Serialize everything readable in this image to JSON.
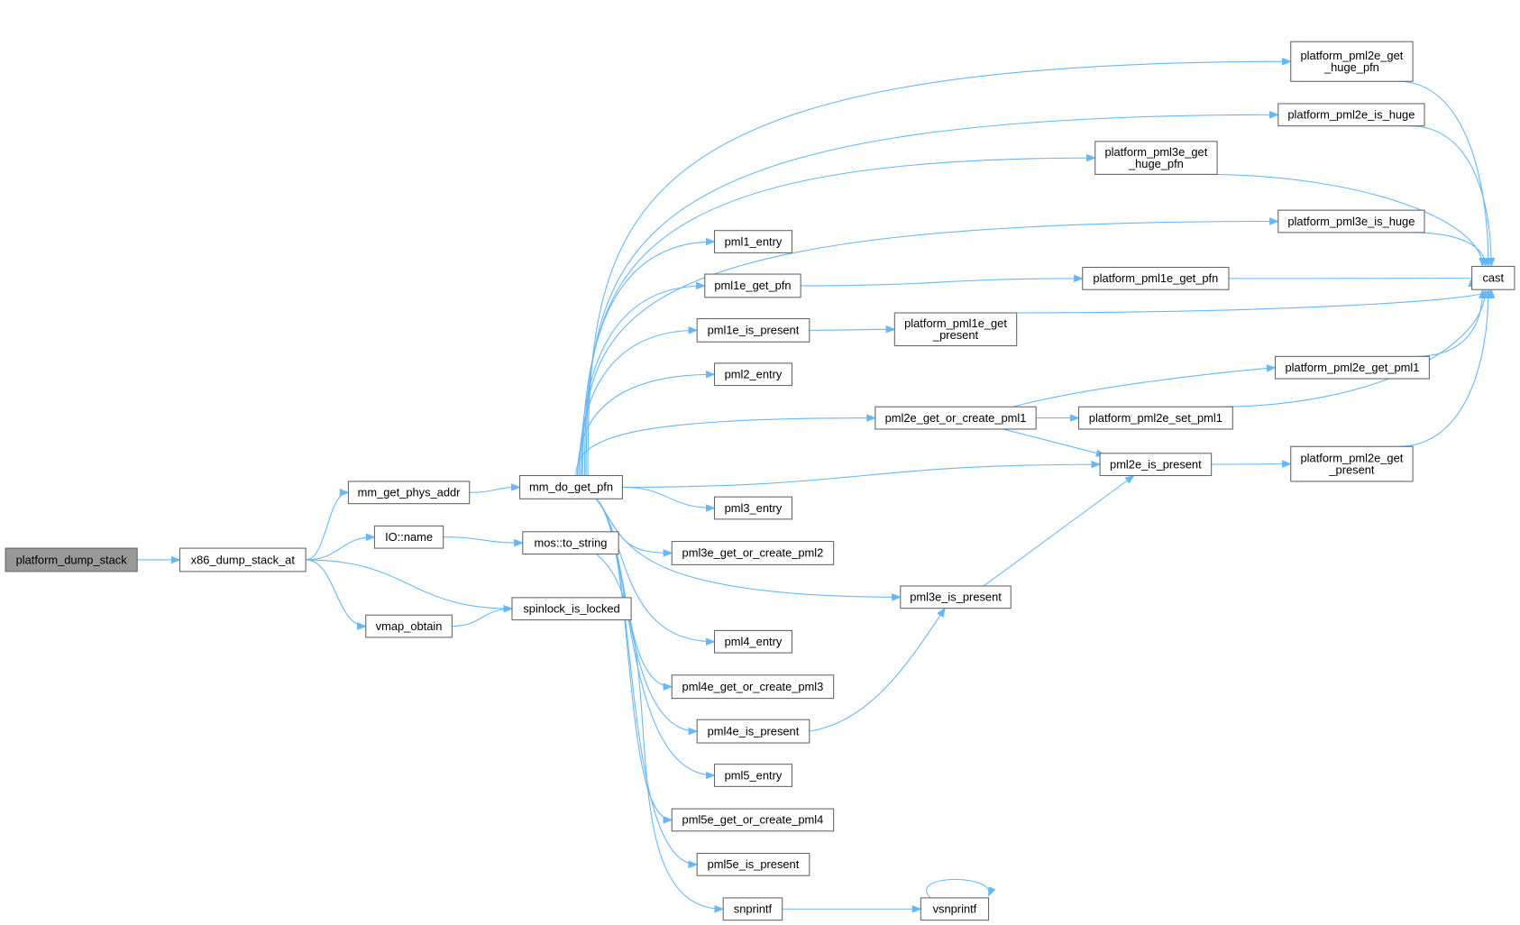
{
  "title": "Call graph of platform_dump_stack",
  "colors": {
    "edge": "#63b8ff",
    "root_fill": "#999999",
    "node_border": "#666666"
  },
  "nodes": {
    "platform_dump_stack": {
      "lines": [
        "platform_dump_stack"
      ],
      "root": true
    },
    "x86_dump_stack_at": {
      "lines": [
        "x86_dump_stack_at"
      ]
    },
    "mm_get_phys_addr": {
      "lines": [
        "mm_get_phys_addr"
      ]
    },
    "io_name": {
      "lines": [
        "IO::name"
      ]
    },
    "vmap_obtain": {
      "lines": [
        "vmap_obtain"
      ]
    },
    "mm_do_get_pfn": {
      "lines": [
        "mm_do_get_pfn"
      ]
    },
    "mos_to_string": {
      "lines": [
        "mos::to_string"
      ]
    },
    "spinlock_is_locked": {
      "lines": [
        "spinlock_is_locked"
      ]
    },
    "pml1_entry": {
      "lines": [
        "pml1_entry"
      ]
    },
    "pml1e_get_pfn": {
      "lines": [
        "pml1e_get_pfn"
      ]
    },
    "pml1e_is_present": {
      "lines": [
        "pml1e_is_present"
      ]
    },
    "pml2_entry": {
      "lines": [
        "pml2_entry"
      ]
    },
    "pml3_entry": {
      "lines": [
        "pml3_entry"
      ]
    },
    "pml3e_get_or_create_pml2": {
      "lines": [
        "pml3e_get_or_create_pml2"
      ]
    },
    "pml4_entry": {
      "lines": [
        "pml4_entry"
      ]
    },
    "pml4e_get_or_create_pml3": {
      "lines": [
        "pml4e_get_or_create_pml3"
      ]
    },
    "pml4e_is_present": {
      "lines": [
        "pml4e_is_present"
      ]
    },
    "pml5_entry": {
      "lines": [
        "pml5_entry"
      ]
    },
    "pml5e_get_or_create_pml4": {
      "lines": [
        "pml5e_get_or_create_pml4"
      ]
    },
    "pml5e_is_present": {
      "lines": [
        "pml5e_is_present"
      ]
    },
    "snprintf": {
      "lines": [
        "snprintf"
      ]
    },
    "platform_pml3e_get_huge_pfn": {
      "lines": [
        "platform_pml3e_get",
        "_huge_pfn"
      ]
    },
    "platform_pml1e_get_pfn": {
      "lines": [
        "platform_pml1e_get_pfn"
      ]
    },
    "platform_pml1e_get_present": {
      "lines": [
        "platform_pml1e_get",
        "_present"
      ]
    },
    "pml2e_get_or_create_pml1": {
      "lines": [
        "pml2e_get_or_create_pml1"
      ]
    },
    "platform_pml2e_set_pml1": {
      "lines": [
        "platform_pml2e_set_pml1"
      ]
    },
    "pml2e_is_present": {
      "lines": [
        "pml2e_is_present"
      ]
    },
    "pml3e_is_present": {
      "lines": [
        "pml3e_is_present"
      ]
    },
    "vsnprintf": {
      "lines": [
        "vsnprintf"
      ]
    },
    "platform_pml2e_get_huge_pfn": {
      "lines": [
        "platform_pml2e_get",
        "_huge_pfn"
      ]
    },
    "platform_pml2e_is_huge": {
      "lines": [
        "platform_pml2e_is_huge"
      ]
    },
    "platform_pml3e_is_huge": {
      "lines": [
        "platform_pml3e_is_huge"
      ]
    },
    "cast": {
      "lines": [
        "cast"
      ]
    },
    "platform_pml2e_get_pml1": {
      "lines": [
        "platform_pml2e_get_pml1"
      ]
    },
    "platform_pml2e_get_present": {
      "lines": [
        "platform_pml2e_get",
        "_present"
      ]
    }
  },
  "edges": [
    [
      "platform_dump_stack",
      "x86_dump_stack_at"
    ],
    [
      "x86_dump_stack_at",
      "mm_get_phys_addr"
    ],
    [
      "x86_dump_stack_at",
      "io_name"
    ],
    [
      "x86_dump_stack_at",
      "spinlock_is_locked"
    ],
    [
      "x86_dump_stack_at",
      "vmap_obtain"
    ],
    [
      "mm_get_phys_addr",
      "mm_do_get_pfn"
    ],
    [
      "io_name",
      "mos_to_string"
    ],
    [
      "vmap_obtain",
      "spinlock_is_locked"
    ],
    [
      "mos_to_string",
      "snprintf"
    ],
    [
      "mm_do_get_pfn",
      "platform_pml2e_get_huge_pfn"
    ],
    [
      "mm_do_get_pfn",
      "platform_pml2e_is_huge"
    ],
    [
      "mm_do_get_pfn",
      "platform_pml3e_get_huge_pfn"
    ],
    [
      "mm_do_get_pfn",
      "platform_pml3e_is_huge"
    ],
    [
      "mm_do_get_pfn",
      "pml1_entry"
    ],
    [
      "mm_do_get_pfn",
      "pml1e_get_pfn"
    ],
    [
      "mm_do_get_pfn",
      "pml1e_is_present"
    ],
    [
      "mm_do_get_pfn",
      "pml2_entry"
    ],
    [
      "mm_do_get_pfn",
      "pml2e_get_or_create_pml1"
    ],
    [
      "mm_do_get_pfn",
      "pml2e_is_present"
    ],
    [
      "mm_do_get_pfn",
      "pml3_entry"
    ],
    [
      "mm_do_get_pfn",
      "pml3e_get_or_create_pml2"
    ],
    [
      "mm_do_get_pfn",
      "pml3e_is_present"
    ],
    [
      "mm_do_get_pfn",
      "pml4_entry"
    ],
    [
      "mm_do_get_pfn",
      "pml4e_get_or_create_pml3"
    ],
    [
      "mm_do_get_pfn",
      "pml4e_is_present"
    ],
    [
      "mm_do_get_pfn",
      "pml5_entry"
    ],
    [
      "mm_do_get_pfn",
      "pml5e_get_or_create_pml4"
    ],
    [
      "mm_do_get_pfn",
      "pml5e_is_present"
    ],
    [
      "pml1e_get_pfn",
      "platform_pml1e_get_pfn"
    ],
    [
      "pml1e_is_present",
      "platform_pml1e_get_present"
    ],
    [
      "pml2e_get_or_create_pml1",
      "platform_pml2e_get_pml1"
    ],
    [
      "pml2e_get_or_create_pml1",
      "platform_pml2e_set_pml1"
    ],
    [
      "pml2e_get_or_create_pml1",
      "pml2e_is_present"
    ],
    [
      "pml2e_is_present",
      "platform_pml2e_get_present"
    ],
    [
      "pml3e_is_present",
      "pml2e_is_present"
    ],
    [
      "pml4e_is_present",
      "pml3e_is_present"
    ],
    [
      "snprintf",
      "vsnprintf"
    ],
    [
      "vsnprintf",
      "vsnprintf"
    ],
    [
      "platform_pml2e_get_huge_pfn",
      "cast"
    ],
    [
      "platform_pml2e_is_huge",
      "cast"
    ],
    [
      "platform_pml3e_get_huge_pfn",
      "cast"
    ],
    [
      "platform_pml3e_is_huge",
      "cast"
    ],
    [
      "platform_pml1e_get_pfn",
      "cast"
    ],
    [
      "platform_pml1e_get_present",
      "cast"
    ],
    [
      "platform_pml2e_get_pml1",
      "cast"
    ],
    [
      "platform_pml2e_set_pml1",
      "cast"
    ],
    [
      "platform_pml2e_get_present",
      "cast"
    ]
  ]
}
